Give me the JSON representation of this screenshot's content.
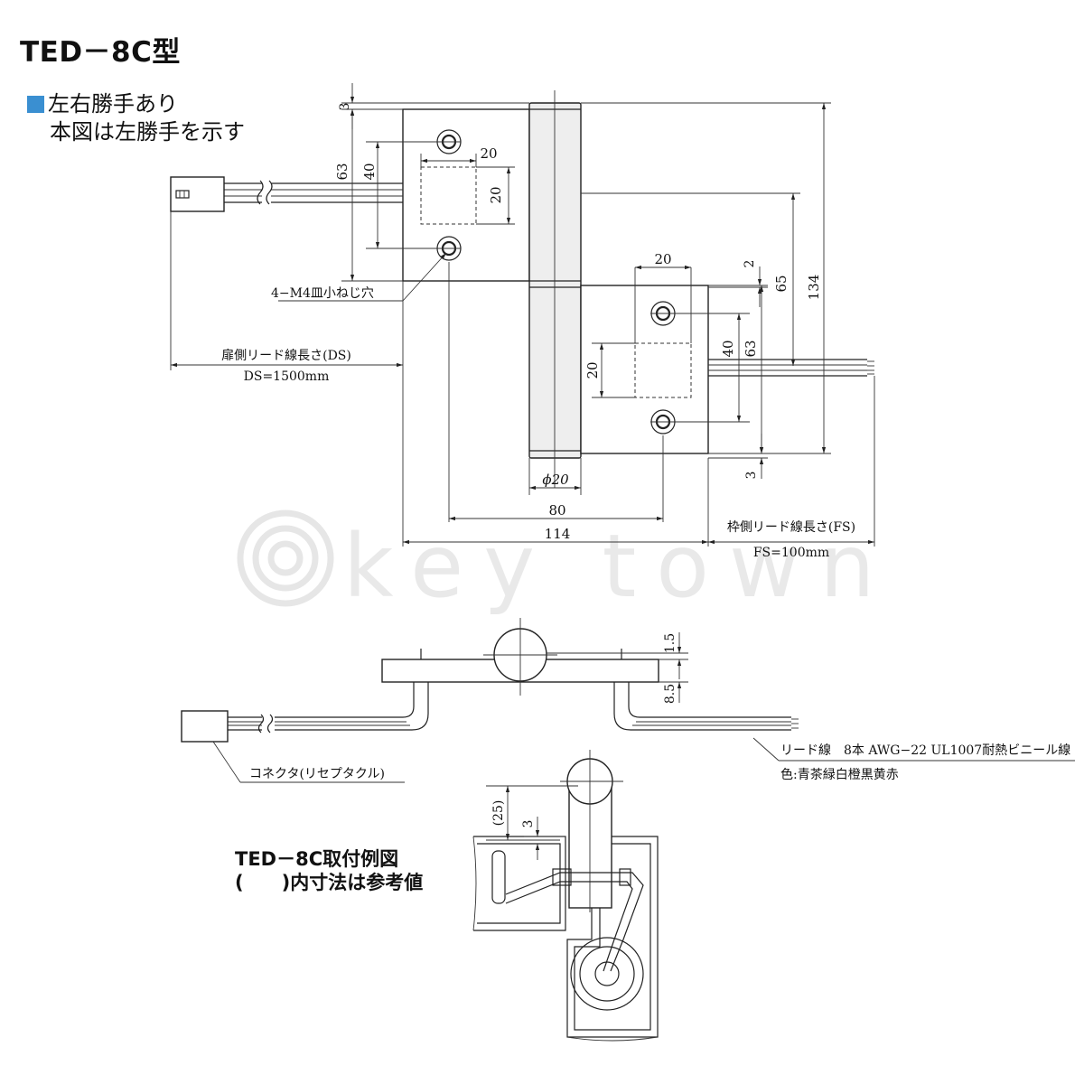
{
  "title": "TED－8C型",
  "note": {
    "line1": "左右勝手あり",
    "line2": "本図は左勝手を示す"
  },
  "labels": {
    "screw_holes": "4−M4皿小ねじ穴",
    "door_lead_length": "扉側リード線長さ(DS)",
    "door_lead_value": "DS=1500mm",
    "frame_lead_length": "枠側リード線長さ(FS)",
    "frame_lead_value": "FS=100mm",
    "lead_wire": "リード線　8本 AWG−22 UL1007耐熱ビニール線",
    "wire_colors": "色:青茶緑白橙黒黄赤",
    "connector": "コネクタ(リセプタクル)"
  },
  "mounting": {
    "title": "TED－8C取付例図",
    "note": "(　　)内寸法は参考値"
  },
  "dims": {
    "d3_top": "3",
    "d63_left": "63",
    "d40_left": "40",
    "d20_upper_w": "20",
    "d20_upper_h": "20",
    "d20_lower_w": "20",
    "d20_lower_h": "20",
    "d2": "2",
    "d65": "65",
    "d134": "134",
    "d40_right": "40",
    "d63_right": "63",
    "d3_bottom": "3",
    "d_phi20": "ϕ20",
    "d80": "80",
    "d114": "114",
    "d1_5": "1.5",
    "d8_5": "8.5",
    "d25": "(25)",
    "d3_mount": "3"
  },
  "watermark": "key town"
}
